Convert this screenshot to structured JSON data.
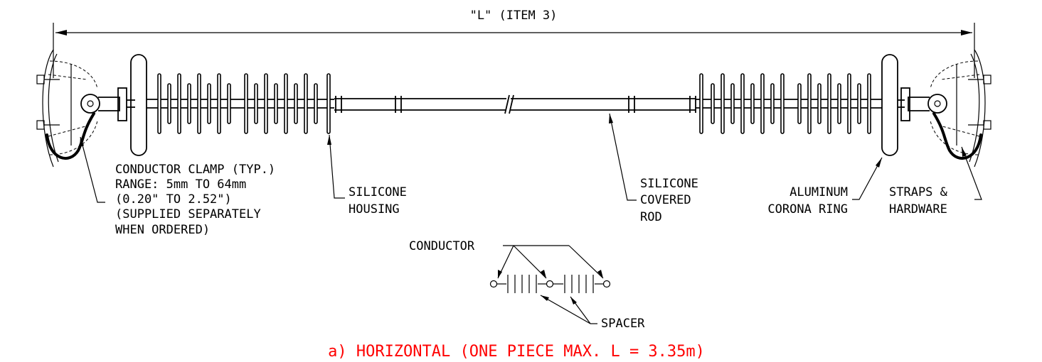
{
  "dimension": {
    "label": "\"L\" (ITEM 3)"
  },
  "callouts": {
    "clamp": [
      "CONDUCTOR CLAMP (TYP.)",
      "RANGE: 5mm TO 64mm",
      "(0.20\" TO 2.52\")",
      "(SUPPLIED SEPARATELY",
      "WHEN ORDERED)"
    ],
    "housing": [
      "SILICONE",
      "HOUSING"
    ],
    "rod": [
      "SILICONE",
      "COVERED",
      "ROD"
    ],
    "corona": [
      "ALUMINUM",
      "CORONA RING"
    ],
    "straps": [
      "STRAPS &",
      "HARDWARE"
    ]
  },
  "schematic": {
    "conductor_label": "CONDUCTOR",
    "spacer_label": "SPACER"
  },
  "caption": {
    "text": "a) HORIZONTAL (ONE PIECE MAX. L = 3.35m)",
    "color": "#ff0000"
  }
}
